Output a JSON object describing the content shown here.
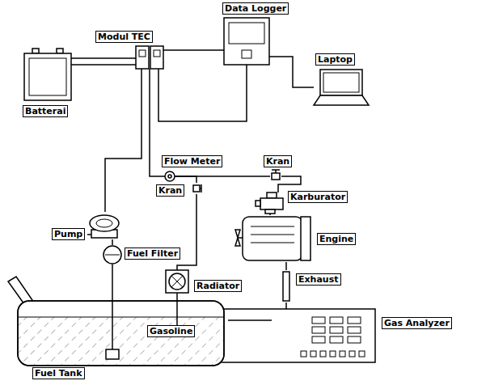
{
  "diagram": {
    "nodes": [
      {
        "text": [
          "Data Logger"
        ]
      },
      {
        "text": [
          "Laptop"
        ]
      },
      {
        "text": [
          "Modul TEC"
        ]
      },
      {
        "text": [
          "Batterai"
        ]
      },
      {
        "text": [
          "Flow Meter"
        ]
      },
      {
        "text": [
          "Kran"
        ]
      },
      {
        "text": [
          "Kran"
        ]
      },
      {
        "text": [
          "Karburator"
        ]
      },
      {
        "text": [
          "Engine"
        ]
      },
      {
        "text": [
          "Pump"
        ]
      },
      {
        "text": [
          "Fuel Filter"
        ]
      },
      {
        "text": [
          "Exhaust"
        ]
      },
      {
        "text": [
          "Radiator"
        ]
      },
      {
        "text": [
          "Gas Analyzer"
        ]
      },
      {
        "text": [
          "Fuel Tank"
        ]
      }
    ],
    "edges": [
      {
        "from": 3,
        "to": 2,
        "arrow": "none"
      },
      {
        "from": 2,
        "to": 0,
        "arrow": "none"
      },
      {
        "from": 2,
        "to": 0,
        "arrow": "none"
      },
      {
        "from": 0,
        "to": 1,
        "arrow": "none"
      },
      {
        "from": 14,
        "to": 10,
        "arrow": "none"
      },
      {
        "from": 10,
        "to": 9,
        "arrow": "none"
      },
      {
        "from": 9,
        "to": 2,
        "arrow": "none"
      },
      {
        "from": 2,
        "to": 4,
        "arrow": "none"
      },
      {
        "from": 4,
        "to": 5,
        "arrow": "none"
      },
      {
        "from": 5,
        "to": 7,
        "arrow": "none"
      },
      {
        "from": 4,
        "to": 6,
        "arrow": "none"
      },
      {
        "from": 6,
        "to": 12,
        "arrow": "none"
      },
      {
        "from": 12,
        "to": 14,
        "arrow": "none"
      },
      {
        "from": 7,
        "to": 8,
        "arrow": "none"
      },
      {
        "from": 8,
        "to": 11,
        "arrow": "none"
      },
      {
        "from": 11,
        "to": 13,
        "arrow": "none"
      }
    ],
    "labels": [
      "Gasoline"
    ]
  }
}
